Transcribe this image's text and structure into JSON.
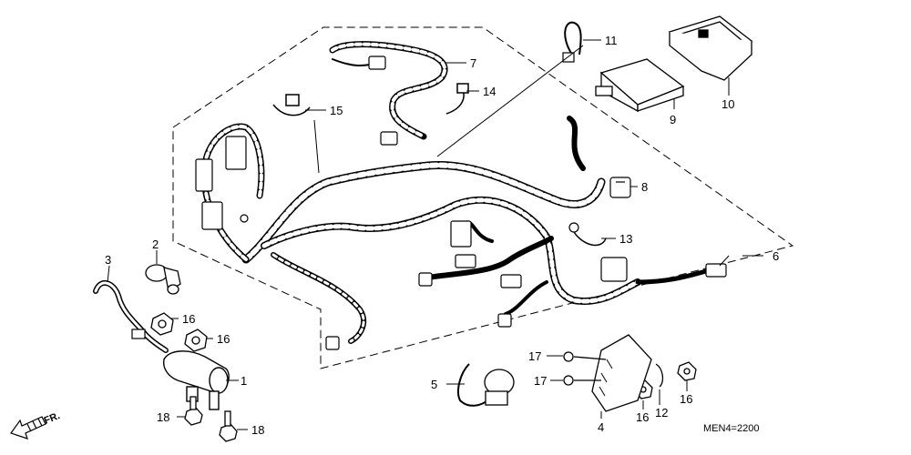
{
  "diagram": {
    "callouts": {
      "c1": "1",
      "c2": "2",
      "c3": "3",
      "c4": "4",
      "c5": "5",
      "c6": "6",
      "c7": "7",
      "c8": "8",
      "c9": "9",
      "c10": "10",
      "c11": "11",
      "c12": "12",
      "c13": "13",
      "c14": "14",
      "c15": "15",
      "c16a": "16",
      "c16b": "16",
      "c16c": "16",
      "c16d": "16",
      "c17a": "17",
      "c17b": "17",
      "c18a": "18",
      "c18b": "18"
    },
    "direction_label": "FR.",
    "diagram_code": "MEN4=2200"
  }
}
